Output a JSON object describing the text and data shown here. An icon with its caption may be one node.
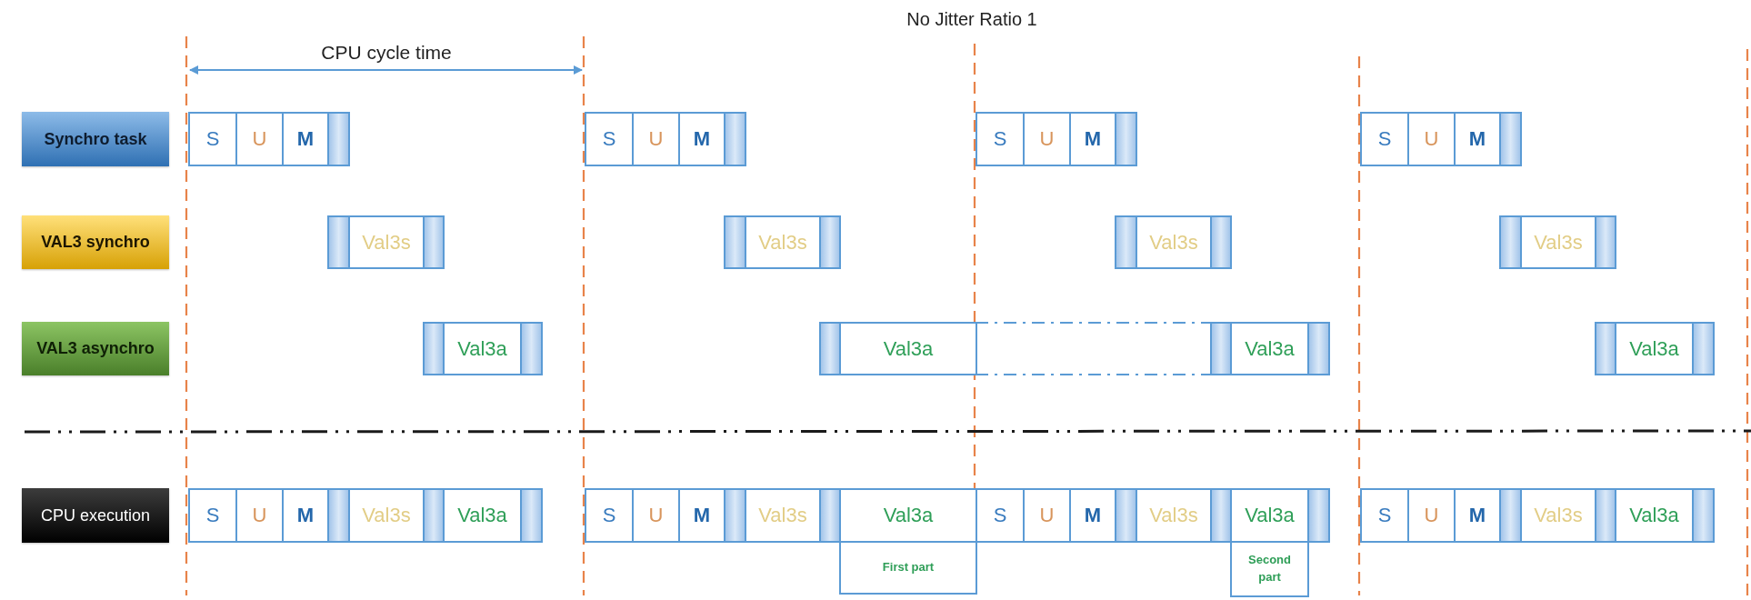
{
  "diagram": {
    "title": "No Jitter Ratio 1",
    "nodes": [
      {
        "text": [
          "Synchro task"
        ]
      },
      {
        "text": [
          "S"
        ]
      },
      {
        "text": [
          "U"
        ]
      },
      {
        "text": [
          "M"
        ]
      },
      {
        "text": [
          "S"
        ]
      },
      {
        "text": [
          "U"
        ]
      },
      {
        "text": [
          "M"
        ]
      },
      {
        "text": [
          "S"
        ]
      },
      {
        "text": [
          "U"
        ]
      },
      {
        "text": [
          "M"
        ]
      },
      {
        "text": [
          "S"
        ]
      },
      {
        "text": [
          "U"
        ]
      },
      {
        "text": [
          "M"
        ]
      },
      {
        "text": [
          "VAL3 synchro"
        ]
      },
      {
        "text": [
          "Val3s"
        ]
      },
      {
        "text": [
          "Val3s"
        ]
      },
      {
        "text": [
          "Val3s"
        ]
      },
      {
        "text": [
          "Val3s"
        ]
      },
      {
        "text": [
          "VAL3 asynchro"
        ]
      },
      {
        "text": [
          "Val3a"
        ]
      },
      {
        "text": [
          "Val3a"
        ]
      },
      {
        "text": [
          "Val3a"
        ]
      },
      {
        "text": [
          "Val3a"
        ]
      },
      {
        "text": [
          "CPU execution"
        ]
      },
      {
        "text": [
          "S"
        ]
      },
      {
        "text": [
          "U"
        ]
      },
      {
        "text": [
          "M"
        ]
      },
      {
        "text": [
          "Val3s"
        ]
      },
      {
        "text": [
          "Val3a"
        ]
      },
      {
        "text": [
          "S"
        ]
      },
      {
        "text": [
          "U"
        ]
      },
      {
        "text": [
          "M"
        ]
      },
      {
        "text": [
          "Val3s"
        ]
      },
      {
        "text": [
          "Val3a"
        ]
      },
      {
        "text": [
          "S"
        ]
      },
      {
        "text": [
          "U"
        ]
      },
      {
        "text": [
          "M"
        ]
      },
      {
        "text": [
          "Val3s"
        ]
      },
      {
        "text": [
          "Val3a"
        ]
      },
      {
        "text": [
          "S"
        ]
      },
      {
        "text": [
          "U"
        ]
      },
      {
        "text": [
          "M"
        ]
      },
      {
        "text": [
          "Val3s"
        ]
      },
      {
        "text": [
          "Val3a"
        ]
      },
      {
        "text": [
          "First part"
        ]
      },
      {
        "text": [
          "Second part"
        ]
      }
    ],
    "labels": [
      "CPU cycle time"
    ]
  }
}
